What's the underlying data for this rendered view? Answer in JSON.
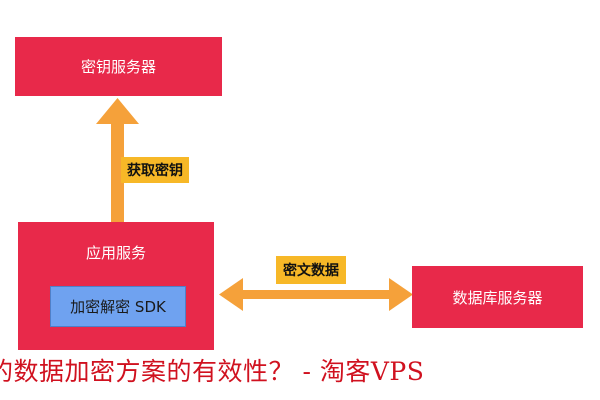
{
  "nodes": {
    "key_server": "密钥服务器",
    "app_service": "应用服务",
    "sdk": "加密解密 SDK",
    "db_server": "数据库服务器"
  },
  "edges": {
    "get_key": "获取密钥",
    "cipher_data": "密文数据"
  },
  "caption": "的数据加密方案的有效性？ - 淘客VPS",
  "colors": {
    "red_box": "#e8294a",
    "sdk_blue": "#6fa2f0",
    "arrow_orange": "#f5a13a",
    "tag_yellow": "#f7b827",
    "caption_red": "#d0111f"
  }
}
